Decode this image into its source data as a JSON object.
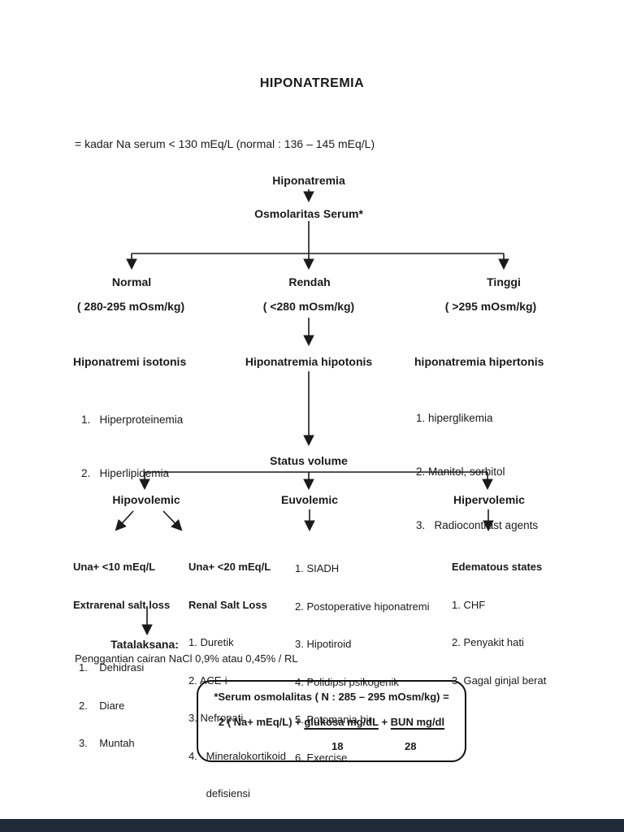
{
  "page": {
    "title": "HIPONATREMIA",
    "definition": "= kadar Na serum < 130 mEq/L (normal : 136 – 145 mEq/L)",
    "footer_bar_color": "#1f2b38",
    "text_color": "#1a1a1a"
  },
  "flow": {
    "root": "Hiponatremia",
    "osmolarity": "Osmolaritas Serum*",
    "branch_normal": {
      "label": "Normal",
      "range": "( 280-295 mOsm/kg)"
    },
    "branch_low": {
      "label": "Rendah",
      "range": "( <280 mOsm/kg)"
    },
    "branch_high": {
      "label": "Tinggi",
      "range": "( >295 mOsm/kg)"
    },
    "isotonic": {
      "heading": "Hiponatremi isotonis",
      "items": [
        "1.   Hiperproteinemia",
        "2.   Hiperlipidemia"
      ]
    },
    "hypotonic": {
      "heading": "Hiponatremia hipotonis"
    },
    "hypertonic": {
      "heading": "hiponatremia hipertonis",
      "items": [
        "1. hiperglikemia",
        "2. Manitol, sorbitol",
        "3.   Radiocontrast agents"
      ]
    },
    "status_volume": "Status volume",
    "hypovolemic": {
      "label": "Hipovolemic",
      "extrarenal": {
        "line1": "Una+ <10 mEq/L",
        "line2": "Extrarenal salt loss",
        "items": [
          "1.    Dehidrasi",
          "2.    Diare",
          "3.    Muntah"
        ]
      },
      "renal": {
        "line1": "Una+ <20 mEq/L",
        "line2": "Renal Salt Loss",
        "items": [
          "1. Duretik",
          "2. ACE-i",
          "3. Nefropati",
          "4.   Mineralokortikoid",
          "      defisiensi"
        ]
      }
    },
    "euvolemic": {
      "label": "Euvolemic",
      "items": [
        "1. SIADH",
        "2. Postoperative hiponatremi",
        "3. Hipotiroid",
        "4. Polidipsi psikogenik",
        "5. Potomania bir",
        "6. Exercise"
      ]
    },
    "hypervolemic": {
      "label": "Hipervolemic",
      "heading": "Edematous states",
      "items": [
        "1. CHF",
        "2. Penyakit hati",
        "3. Gagal ginjal berat"
      ]
    },
    "treatment": {
      "heading": "Tatalaksana:",
      "text": "Penggantian cairan NaCl 0,9% atau 0,45% / RL"
    },
    "formula_box": {
      "line1": "*Serum osmolalitas ( N : 285 – 295 mOsm/kg) =",
      "part1": "2 ( Na+ mEq/L) + ",
      "glucose": "glukosa mg/dL",
      "plus": " + ",
      "bun": "BUN mg/dl",
      "glucose_denominator": "18",
      "bun_denominator": "28"
    }
  }
}
